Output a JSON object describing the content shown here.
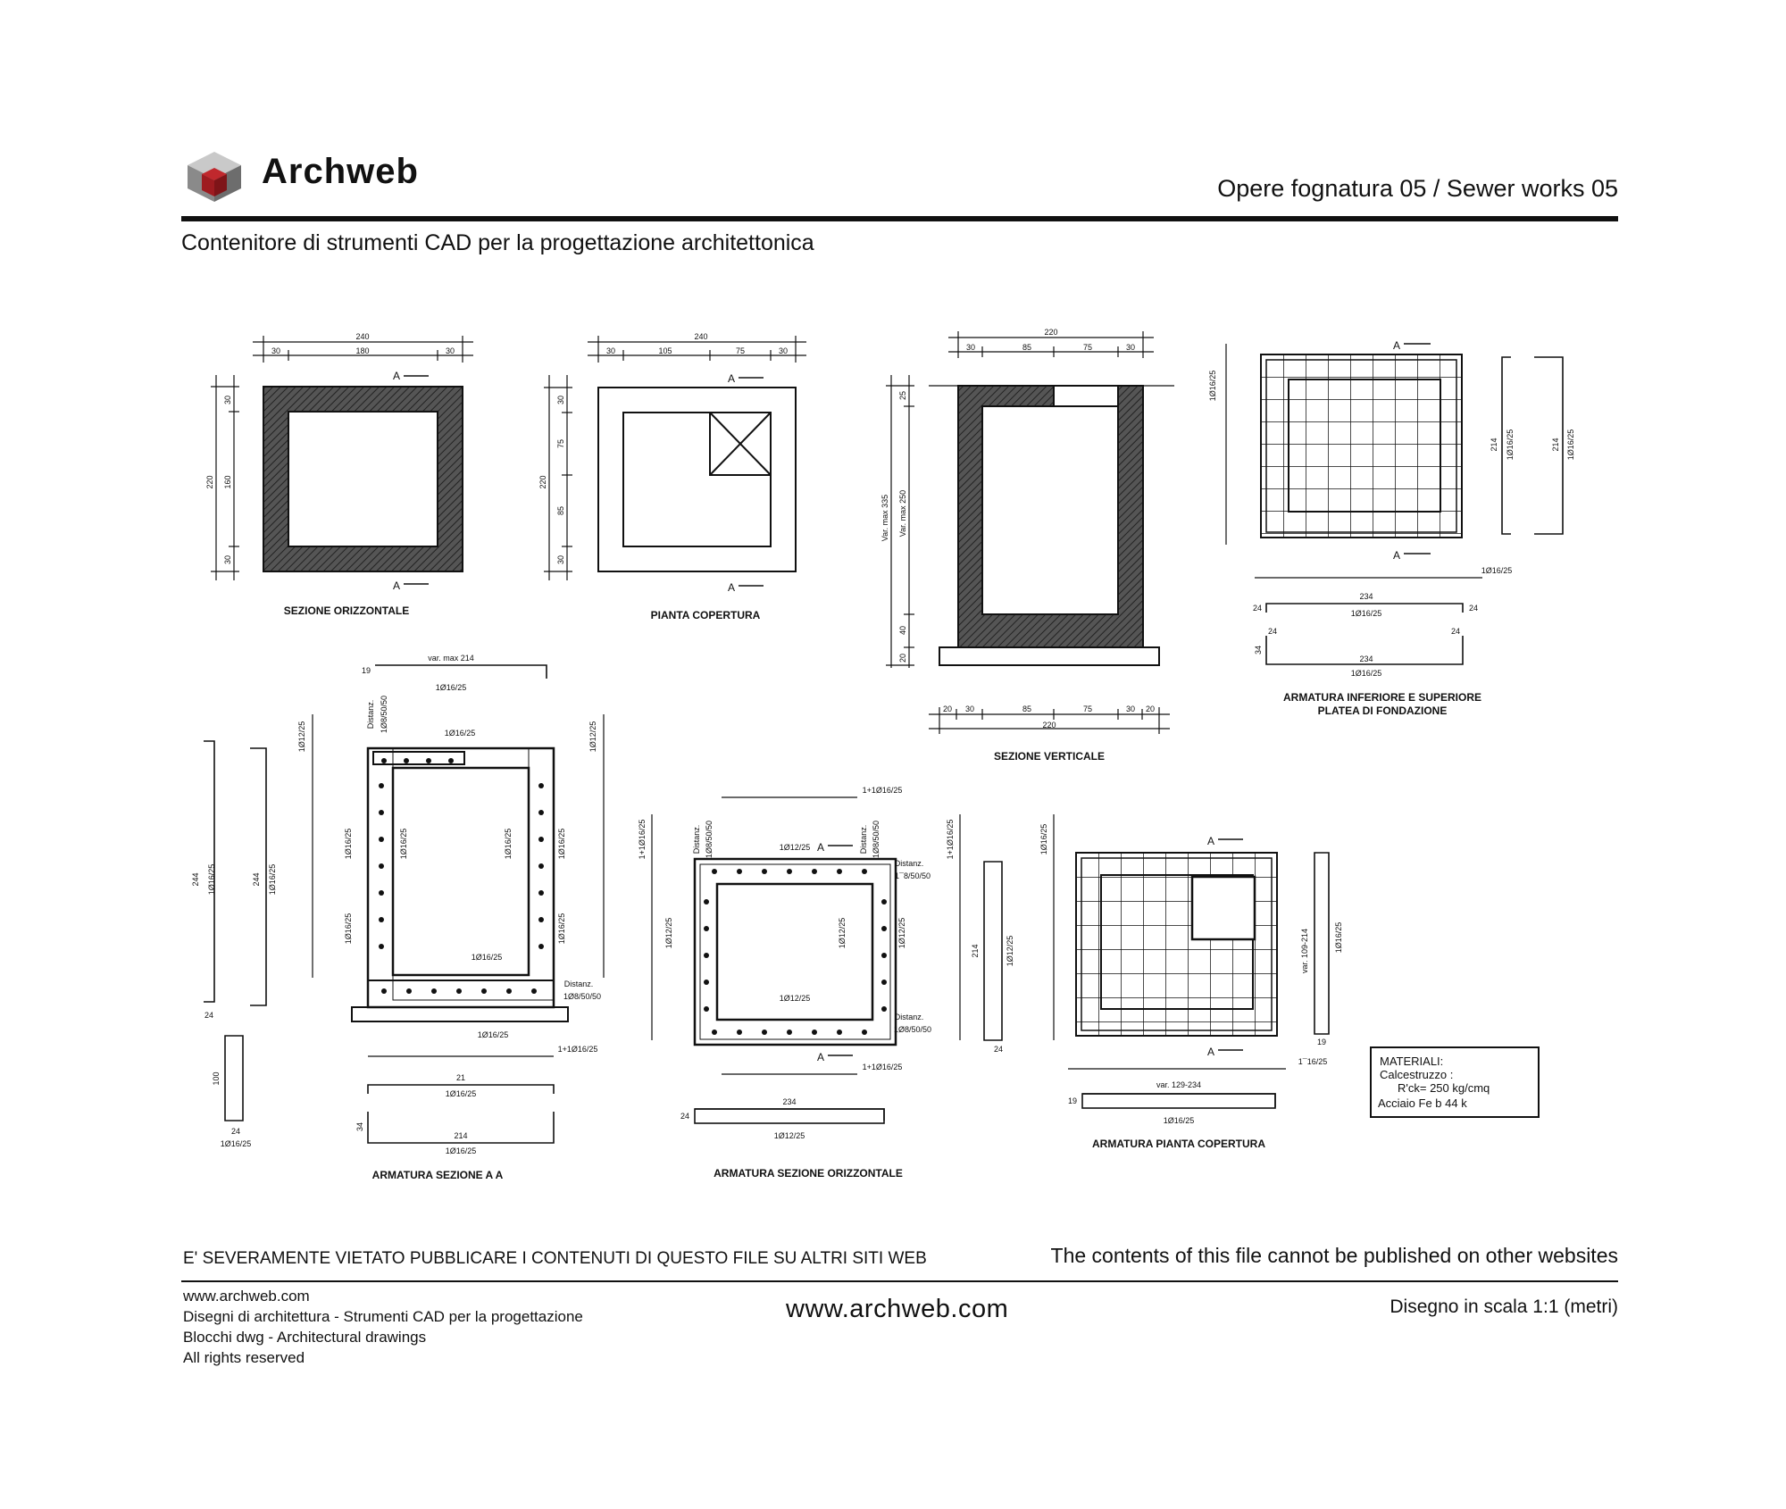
{
  "header": {
    "brand": "Archweb",
    "title": "Opere fognatura 05  /  Sewer works 05",
    "subtitle": "Contenitore di strumenti CAD per la progettazione architettonica"
  },
  "drawings": {
    "horizontal_section": {
      "caption": "SEZIONE  ORIZZONTALE",
      "dims": {
        "d240": "240",
        "d30a": "30",
        "d180": "180",
        "d30b": "30",
        "d220": "220",
        "d160": "160",
        "v30a": "30",
        "v30b": "30"
      }
    },
    "cover_plan": {
      "caption": "PIANTA  COPERTURA",
      "dims": {
        "d240": "240",
        "d30a": "30",
        "d105": "105",
        "d75": "75",
        "d30b": "30",
        "d220": "220",
        "v30a": "30",
        "v75": "75",
        "v85": "85",
        "v30b": "30"
      }
    },
    "vertical_section": {
      "caption": "SEZIONE  VERTICALE",
      "dims": {
        "d220top": "220",
        "d30a": "30",
        "d85": "85",
        "d75": "75",
        "d30b": "30",
        "var335": "Var. max 335",
        "var250": "Var. max 250",
        "v25": "25",
        "v40": "40",
        "v20": "20",
        "b20a": "20",
        "b30a": "30",
        "b85": "85",
        "b75": "75",
        "b30b": "30",
        "b20b": "20",
        "b220": "220"
      }
    },
    "foundation_rebar": {
      "caption1": "ARMATURA INFERIORE E SUPERIORE",
      "caption2": "PLATEA DI FONDAZIONE",
      "labels": {
        "bar1": "1Ø16/25",
        "bar2": "1Ø16/25",
        "bar3": "1Ø16/25",
        "bar4": "1Ø16/25",
        "bar5": "1Ø16/25",
        "bar6": "1Ø16/25",
        "l234a": "234",
        "l234b": "234",
        "l214a": "214",
        "l214b": "214",
        "l24a": "24",
        "l24b": "24",
        "l24c": "24",
        "l24d": "24",
        "l34": "34"
      }
    },
    "rebar_section_aa": {
      "caption": "ARMATURA  SEZIONE  A A",
      "labels": {
        "varmax214": "var. max  214",
        "bar1": "1Ø16/25",
        "distanz": "Distanz.",
        "dist_bar": "1Ø8/50/50",
        "bar_top": "1Ø16/25",
        "bar_mid": "1Ø16/25",
        "bar_bottom": "1Ø16/25",
        "bar_v1": "1Ø12/25",
        "bar_v2": "1Ø12/25",
        "bar_s1": "1Ø16/25",
        "bar_s2": "1Ø16/25",
        "bar_s3": "1Ø16/25",
        "bar_s4": "1Ø16/25",
        "bar_s5": "1Ø16/25",
        "bar_s6": "1Ø16/25",
        "bar_s7": "1Ø16/25",
        "bar_s8": "1Ø16/25",
        "l244a": "244",
        "l244b": "244",
        "l24": "24",
        "l19": "19",
        "l100": "100",
        "plus_bar": "1+1Ø16/25",
        "l21": "21",
        "l214": "214",
        "l34": "34"
      }
    },
    "rebar_horizontal_section": {
      "caption": "ARMATURA SEZIONE  ORIZZONTALE",
      "labels": {
        "plus_top": "1+1Ø16/25",
        "plus_bottom": "1+1Ø16/25",
        "bar_top": "1Ø12/25",
        "bar_bottom": "1Ø12/25",
        "bar_l": "1Ø12/25",
        "bar_r": "1Ø12/25",
        "bar_l2": "1Ø12/25",
        "bar_r2": "1Ø12/25",
        "distanz": "Distanz.",
        "dist_bar": "1Ø8/50/50",
        "dist_bar2": "1¯8/50/50",
        "l234": "234",
        "l24": "24",
        "l214": "214",
        "bar_side": "1Ø12/25",
        "bar_v": "1+1Ø16/25",
        "bar_v2": "1+1Ø16/25"
      }
    },
    "cover_plan_rebar": {
      "caption": "ARMATURA PIANTA COPERTURA",
      "labels": {
        "bar_v": "1Ø16/25",
        "var129": "var. 129-234",
        "bar": "1Ø16/25",
        "l19": "19",
        "var109": "var. 109-214",
        "bar_side": "1Ø16/25",
        "bar_end": "1¯16/25"
      }
    },
    "section_marker": "A"
  },
  "materials": {
    "title": "MATERIALI:",
    "line1": "Calcestruzzo :",
    "line2": "R'ck= 250 kg/cmq",
    "line3": "Acciaio  Fe  b 44 k"
  },
  "footer": {
    "warning_it": "E' SEVERAMENTE VIETATO PUBBLICARE I CONTENUTI DI QUESTO FILE SU ALTRI SITI WEB",
    "warning_en": "The contents of this file cannot be published on other websites",
    "info": [
      "www.archweb.com",
      "Disegni di architettura - Strumenti CAD  per la progettazione",
      "Blocchi dwg - Architectural drawings",
      "All rights reserved"
    ],
    "url": "www.archweb.com",
    "scale": "Disegno in scala 1:1 (metri)"
  }
}
